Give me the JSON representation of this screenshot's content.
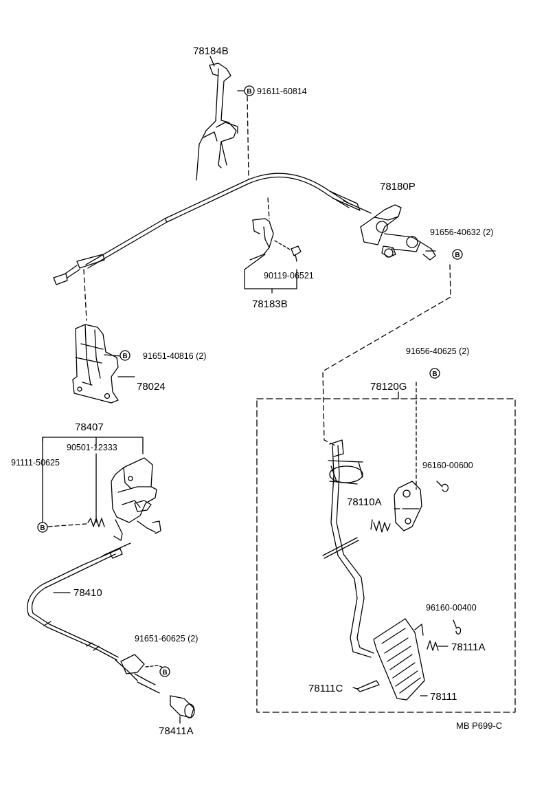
{
  "parts": {
    "p78184B": "78184B",
    "p91611_60814": "91611-60814",
    "p78180P": "78180P",
    "p91656_40632": "91656-40632 (2)",
    "p90119_06521": "90119-06521",
    "p78183B": "78183B",
    "p91651_40816": "91651-40816 (2)",
    "p78024": "78024",
    "p91656_40625": "91656-40625 (2)",
    "p78120G": "78120G",
    "p78407": "78407",
    "p90501_12333": "90501-12333",
    "p91111_50625": "91111-50625",
    "p96160_00600": "96160-00600",
    "p78110A": "78110A",
    "p78410": "78410",
    "p96160_00400": "96160-00400",
    "p78111A": "78111A",
    "p91651_60625": "91651-60625 (2)",
    "p78111C": "78111C",
    "p78111": "78111",
    "p78411A": "78411A"
  },
  "markers": {
    "bolt": "B"
  },
  "reference": "MB P699-C",
  "colors": {
    "ink": "#000000",
    "paper": "#ffffff"
  }
}
